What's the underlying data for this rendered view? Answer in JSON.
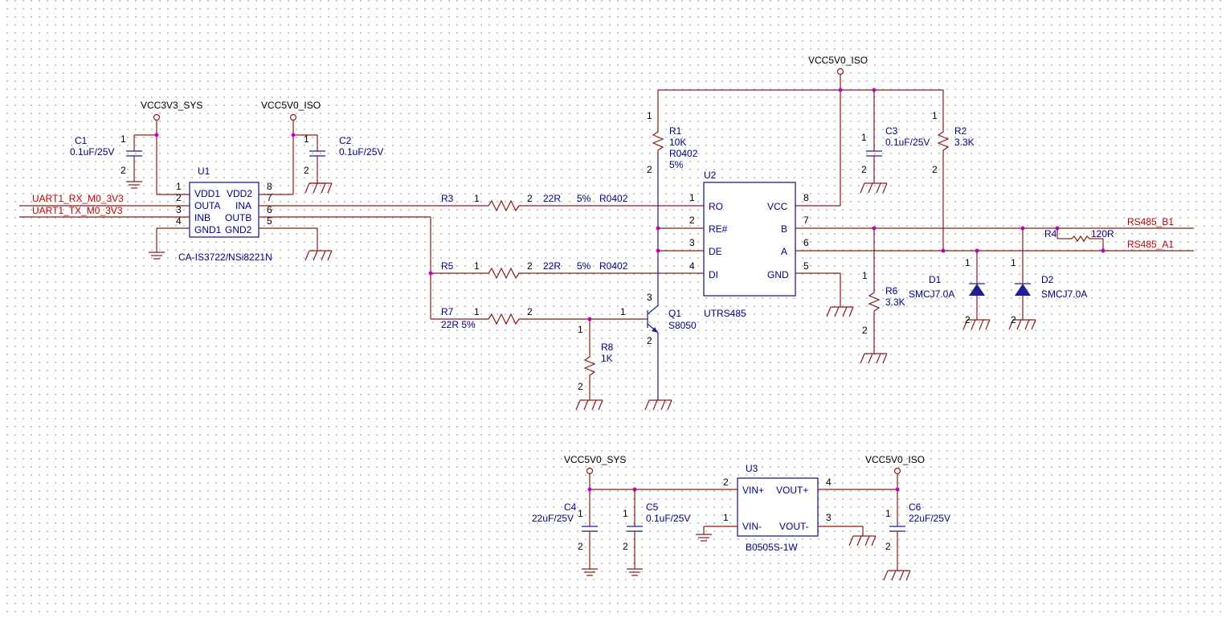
{
  "power": {
    "vcc3v3_sys": "VCC3V3_SYS",
    "vcc5v0_iso_u1": "VCC5V0_ISO",
    "vcc5v0_iso_u2": "VCC5V0_ISO",
    "vcc5v0_sys": "VCC5V0_SYS",
    "vcc5v0_iso_u3": "VCC5V0_ISO"
  },
  "nets": {
    "uart_rx": "UART1_RX_M0_3V3",
    "uart_tx": "UART1_TX_M0_3V3",
    "rs485_b": "RS485_B1",
    "rs485_a": "RS485_A1"
  },
  "u1": {
    "ref": "U1",
    "part": "CA-IS3722/NSi8221N",
    "left_pins": [
      "VDD1",
      "OUTA",
      "INB",
      "GND1"
    ],
    "left_nums": [
      "1",
      "2",
      "3",
      "4"
    ],
    "right_pins": [
      "VDD2",
      "INA",
      "OUTB",
      "GND2"
    ],
    "right_nums": [
      "8",
      "7",
      "6",
      "5"
    ]
  },
  "u2": {
    "ref": "U2",
    "part": "UTRS485",
    "left_pins": [
      "RO",
      "RE#",
      "DE",
      "DI"
    ],
    "left_nums": [
      "1",
      "2",
      "3",
      "4"
    ],
    "right_pins": [
      "VCC",
      "B",
      "A",
      "GND"
    ],
    "right_nums": [
      "8",
      "7",
      "6",
      "5"
    ]
  },
  "u3": {
    "ref": "U3",
    "part": "B0505S-1W",
    "left_pins": [
      "VIN+",
      "VIN-"
    ],
    "left_nums": [
      "2",
      "1"
    ],
    "right_pins": [
      "VOUT+",
      "VOUT-"
    ],
    "right_nums": [
      "4",
      "3"
    ]
  },
  "resistors": {
    "r1": {
      "ref": "R1",
      "val": "10K",
      "pkg": "R0402",
      "tol": "5%"
    },
    "r2": {
      "ref": "R2",
      "val": "3.3K"
    },
    "r3": {
      "ref": "R3",
      "val": "22R",
      "tol": "5%",
      "pkg": "R0402"
    },
    "r4": {
      "ref": "R4",
      "val": "120R"
    },
    "r5": {
      "ref": "R5",
      "val": "22R",
      "tol": "5%",
      "pkg": "R0402"
    },
    "r6": {
      "ref": "R6",
      "val": "3.3K"
    },
    "r7": {
      "ref": "R7",
      "val": "22R 5%"
    },
    "r8": {
      "ref": "R8",
      "val": "1K"
    }
  },
  "capacitors": {
    "c1": {
      "ref": "C1",
      "val": "0.1uF/25V"
    },
    "c2": {
      "ref": "C2",
      "val": "0.1uF/25V"
    },
    "c3": {
      "ref": "C3",
      "val": "0.1uF/25V"
    },
    "c4": {
      "ref": "C4",
      "val": "22uF/25V"
    },
    "c5": {
      "ref": "C5",
      "val": "0.1uF/25V"
    },
    "c6": {
      "ref": "C6",
      "val": "22uF/25V"
    }
  },
  "diodes": {
    "d1": {
      "ref": "D1",
      "val": "SMCJ7.0A"
    },
    "d2": {
      "ref": "D2",
      "val": "SMCJ7.0A"
    }
  },
  "q1": {
    "ref": "Q1",
    "val": "S8050"
  },
  "pin_labels": {
    "one": "1",
    "two": "2",
    "three": "3"
  }
}
